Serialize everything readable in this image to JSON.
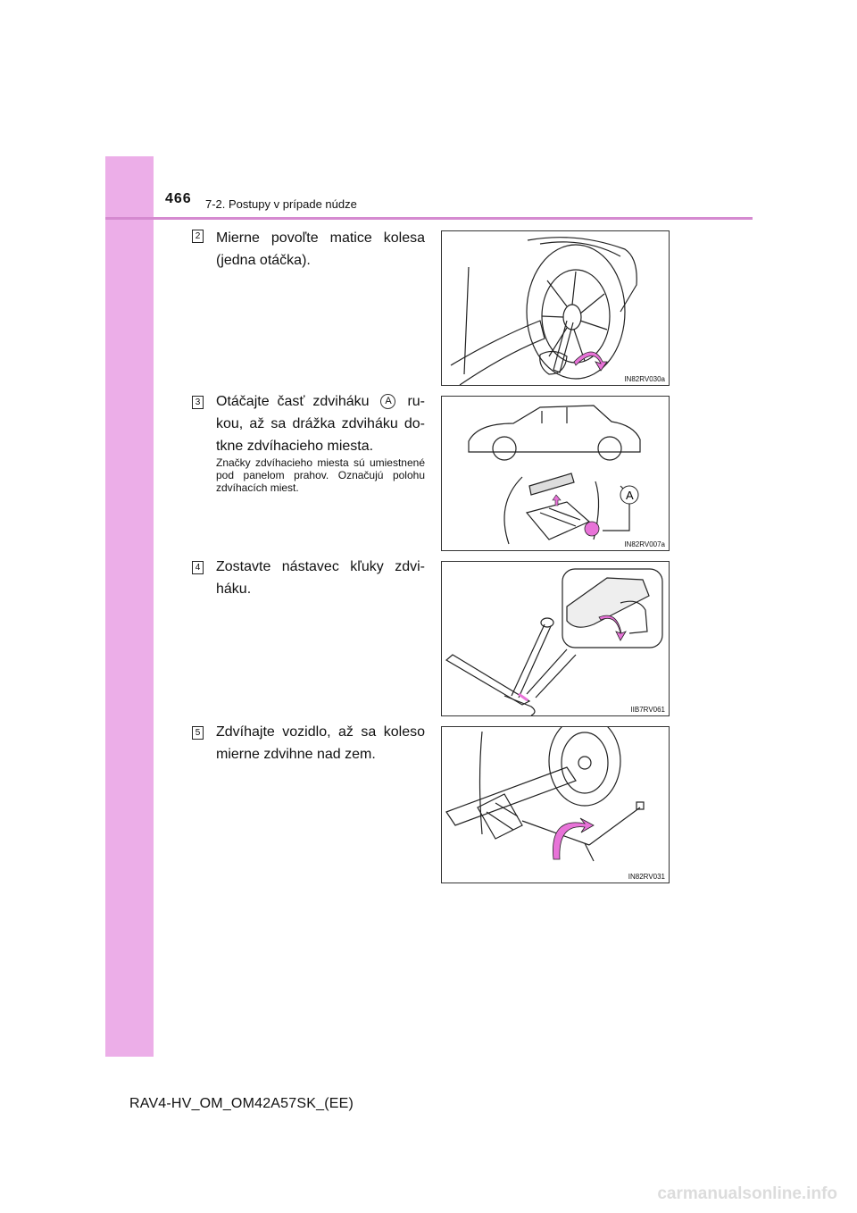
{
  "header": {
    "page_number": "466",
    "section_title": "7-2. Postupy v prípade núdze"
  },
  "steps": [
    {
      "number": "2",
      "text": "Mierne povoľte matice kolesa (jedna otáčka).",
      "figure_code": "IN82RV030a"
    },
    {
      "number": "3",
      "text_before": "Otáčajte časť zdviháku",
      "callout": "A",
      "text_after": "ru-kou, až sa drážka zdviháku do-tkne zdvíhacieho miesta.",
      "note": "Značky zdvíhacieho miesta sú umiestnené pod panelom prahov. Označujú polohu zdvíhacích miest.",
      "figure_code": "IN82RV007a",
      "figure_label": "A"
    },
    {
      "number": "4",
      "text": "Zostavte nástavec kľuky zdvi-háku.",
      "figure_code": "IIB7RV061"
    },
    {
      "number": "5",
      "text": "Zdvíhajte vozidlo, až sa koleso mierne zdvihne nad zem.",
      "figure_code": "IN82RV031"
    }
  ],
  "footer": {
    "doc_code": "RAV4-HV_OM_OM42A57SK_(EE)",
    "watermark": "carmanualsonline.info"
  },
  "colors": {
    "sidebar": "#ecaee8",
    "rule": "#d58ad0",
    "arrow": "#e873d8"
  }
}
